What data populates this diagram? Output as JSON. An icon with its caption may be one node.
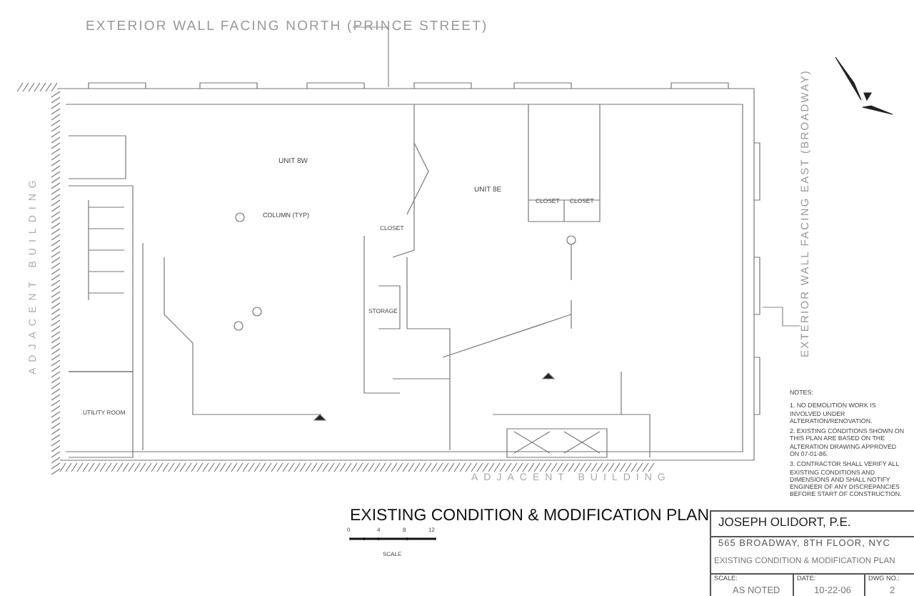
{
  "diagram": {
    "title": "EXISTING CONDITION & MODIFICATION PLAN",
    "nodes": [
      {
        "text": [
          "EXTERIOR WALL FACING NORTH (PRINCE STREET)"
        ]
      },
      {
        "text": [
          "EXTERIOR WALL FACING EAST (BROADWAY)"
        ]
      }
    ],
    "edges": [
      {
        "from": 0,
        "to": null,
        "arrow": "none"
      },
      {
        "from": 1,
        "to": null,
        "arrow": "none"
      }
    ],
    "labels": [
      "UNIT 8W",
      "UNIT 8E",
      "COLUMN (TYP)",
      "CLOSET",
      "CLOSET",
      "CLOSET",
      "STORAGE",
      "UTILITY ROOM",
      "ADJACENT BUILDING",
      "ADJACENT BUILDING",
      "NOTES:",
      "1. NO DEMOLITION WORK IS INVOLVED UNDER ALTERATION/RENOVATION.",
      "2. EXISTING CONDITIONS SHOWN ON THIS PLAN ARE BASED ON THE ALTERATION DRAWING APPROVED ON 07-01-86.",
      "3. CONTRACTOR SHALL VERIFY ALL EXISTING CONDITIONS AND DIMENSIONS AND SHALL NOTIFY ENGINEER OF ANY DISCREPANCIES BEFORE START OF CONSTRUCTION.",
      "0",
      "4",
      "8",
      "12",
      "SCALE",
      "JOSEPH OLIDORT, P.E.",
      "565 BROADWAY, 8TH FLOOR, NYC",
      "EXISTING CONDITION & MODIFICATION PLAN",
      "SCALE:",
      "AS NOTED",
      "DATE:",
      "10-22-06",
      "DWG NO.:",
      "2"
    ]
  }
}
